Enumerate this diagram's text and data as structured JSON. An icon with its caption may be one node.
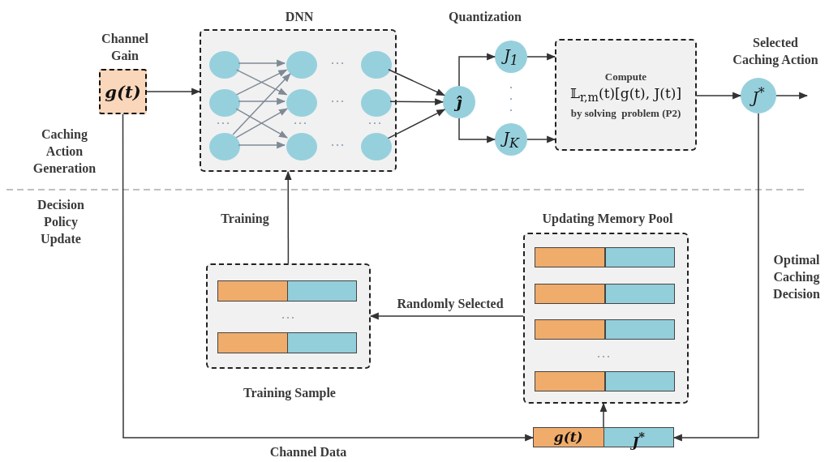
{
  "diagram": {
    "nodes": [
      {
        "text": [
          "Channel Gain",
          "g(t)"
        ]
      },
      {
        "text": [
          "DNN"
        ]
      },
      {
        "text": [],
        "shape": "circle",
        "in": 1
      },
      {
        "text": [],
        "shape": "circle",
        "in": 1
      },
      {
        "text": [],
        "shape": "circle",
        "in": 1
      },
      {
        "text": [],
        "shape": "circle",
        "in": 1
      },
      {
        "text": [],
        "shape": "circle",
        "in": 1
      },
      {
        "text": [],
        "shape": "circle",
        "in": 1
      },
      {
        "text": [],
        "shape": "circle",
        "in": 1
      },
      {
        "text": [],
        "shape": "circle",
        "in": 1
      },
      {
        "text": [],
        "shape": "circle",
        "in": 1
      },
      {
        "text": [
          "ĵ"
        ]
      },
      {
        "text": [
          "J$_{1}$"
        ]
      },
      {
        "text": [
          "J$_{K}$"
        ]
      },
      {
        "text": [
          "Compute",
          "𝕃$_{r,m}$(t)[g(t), J(t)]",
          "by solving  problem (P2)"
        ]
      },
      {
        "text": [
          "J$^{*}$"
        ],
        "beside": [
          "Selected Caching Action"
        ]
      },
      {
        "text": [],
        "shape": "box",
        "beside": [
          "Training Sample"
        ]
      },
      {
        "text": [],
        "shape": "bar",
        "in": 16
      },
      {
        "text": [],
        "shape": "bar",
        "in": 16
      },
      {
        "text": [
          "Updating Memory Pool"
        ]
      },
      {
        "text": [],
        "shape": "bar",
        "in": 19
      },
      {
        "text": [],
        "shape": "bar",
        "in": 19
      },
      {
        "text": [],
        "shape": "bar",
        "in": 19
      },
      {
        "text": [],
        "shape": "bar",
        "in": 19
      },
      {
        "text": [
          "g(t)",
          "J$^{*}$"
        ]
      }
    ],
    "edges": [
      {
        "from": 0,
        "to": 1,
        "arrow": "to"
      },
      {
        "from": 2,
        "to": 5,
        "arrow": "to",
        "color": "#7f8a96"
      },
      {
        "from": 2,
        "to": 6,
        "arrow": "to",
        "color": "#7f8a96"
      },
      {
        "from": 3,
        "to": 5,
        "arrow": "to",
        "color": "#7f8a96"
      },
      {
        "from": 3,
        "to": 6,
        "arrow": "to",
        "color": "#7f8a96"
      },
      {
        "from": 3,
        "to": 7,
        "arrow": "to",
        "color": "#7f8a96"
      },
      {
        "from": 4,
        "to": 5,
        "arrow": "to",
        "color": "#7f8a96"
      },
      {
        "from": 4,
        "to": 6,
        "arrow": "to",
        "color": "#7f8a96"
      },
      {
        "from": 4,
        "to": 7,
        "arrow": "to",
        "color": "#7f8a96"
      },
      {
        "from": 8,
        "to": 11,
        "arrow": "to"
      },
      {
        "from": 9,
        "to": 11,
        "arrow": "to"
      },
      {
        "from": 10,
        "to": 11,
        "arrow": "to"
      },
      {
        "from": 11,
        "to": 12,
        "arrow": "to"
      },
      {
        "from": 11,
        "to": 13,
        "arrow": "to"
      },
      {
        "from": 12,
        "to": 14,
        "arrow": "to"
      },
      {
        "from": 13,
        "to": 14,
        "arrow": "to"
      },
      {
        "from": 14,
        "to": 15,
        "arrow": "to"
      },
      {
        "from": 15,
        "to": null,
        "arrow": "to"
      },
      {
        "from": 15,
        "to": 24,
        "arrow": "to",
        "label": "Optimal Caching Decision"
      },
      {
        "from": 0,
        "to": 24,
        "arrow": "to",
        "label": "Channel Data"
      },
      {
        "from": 24,
        "to": 19,
        "arrow": "to"
      },
      {
        "from": 19,
        "to": 16,
        "arrow": "to",
        "label": "Randomly Selected"
      },
      {
        "from": 16,
        "to": 1,
        "arrow": "to",
        "label": "Training"
      }
    ],
    "labels": [
      "Quantization",
      "Caching Action Generation",
      "Decision Policy Update"
    ]
  }
}
